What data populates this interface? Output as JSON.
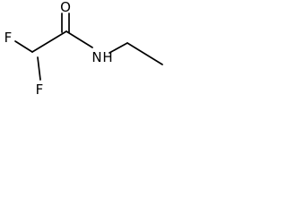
{
  "molecule": {
    "atoms": {
      "oxygen": "O",
      "nitrogen": "N",
      "hydrogen": "H",
      "fluorine_upper": "F",
      "fluorine_lower": "F"
    }
  }
}
